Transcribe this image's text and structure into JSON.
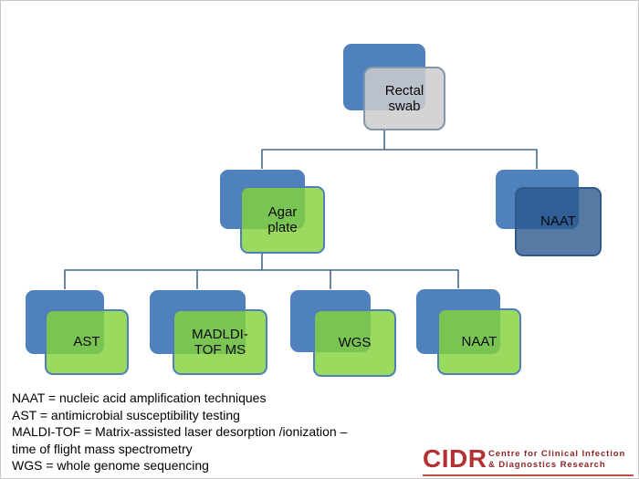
{
  "diagram": {
    "root": {
      "label": "Rectal swab"
    },
    "branches": [
      {
        "label": "Agar plate"
      },
      {
        "label": "NAAT"
      }
    ],
    "agar_children": [
      {
        "label": "AST"
      },
      {
        "label": "MADLDI-TOF MS"
      },
      {
        "label": "WGS"
      },
      {
        "label": "NAAT"
      }
    ]
  },
  "legend": {
    "lines": [
      "NAAT = nucleic acid amplification techniques",
      "AST = antimicrobial susceptibility testing",
      "MALDI-TOF = Matrix-assisted laser desorption /ionization –",
      "time of flight mass spectrometry",
      "WGS = whole genome sequencing"
    ]
  },
  "logo": {
    "acronym": "CIDR",
    "tagline_line1": "Centre for Clinical Infection",
    "tagline_line2": "& Diagnostics Research"
  },
  "colors": {
    "back_shape_blue": "#4F81BD",
    "front_green": "#9ADB5F",
    "front_gray": "#CDCDCD",
    "front_dark_blue": "#577AA5",
    "node_border_blue": "#4E7FBA",
    "connector": "#46688A",
    "logo_red": "#B23232"
  }
}
